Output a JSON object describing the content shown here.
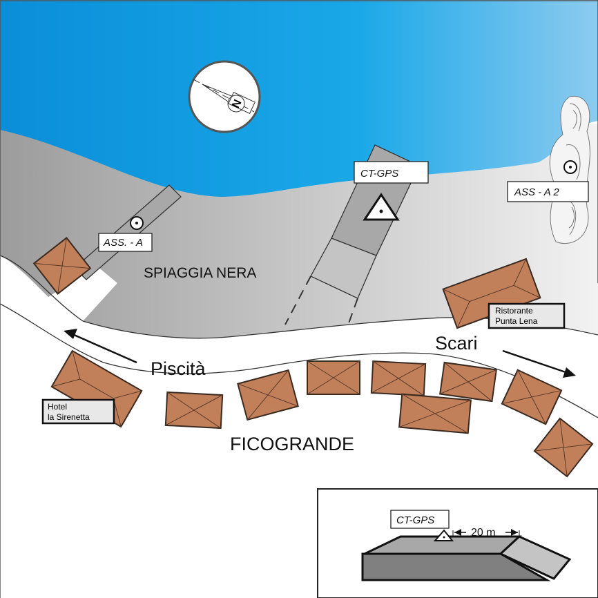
{
  "map": {
    "place_labels": {
      "beach": "SPIAGGIA NERA",
      "town": "FICOGRANDE",
      "road_west": "Piscità",
      "road_east": "Scari"
    },
    "stations": {
      "ass_a": "ASS. - A",
      "ass_a2": "ASS - A 2",
      "ct_gps": "CT-GPS"
    },
    "buildings": {
      "hotel_line1": "Hotel",
      "hotel_line2": "la Sirenetta",
      "restaurant_line1": "Ristorante",
      "restaurant_line2": "Punta Lena"
    },
    "compass": {
      "label": "N"
    },
    "inset": {
      "station": "CT-GPS",
      "distance": "20 m"
    },
    "colors": {
      "sea_left": "#0a8ed8",
      "sea_right": "#8ccbef",
      "house": "#c17f5a"
    }
  }
}
